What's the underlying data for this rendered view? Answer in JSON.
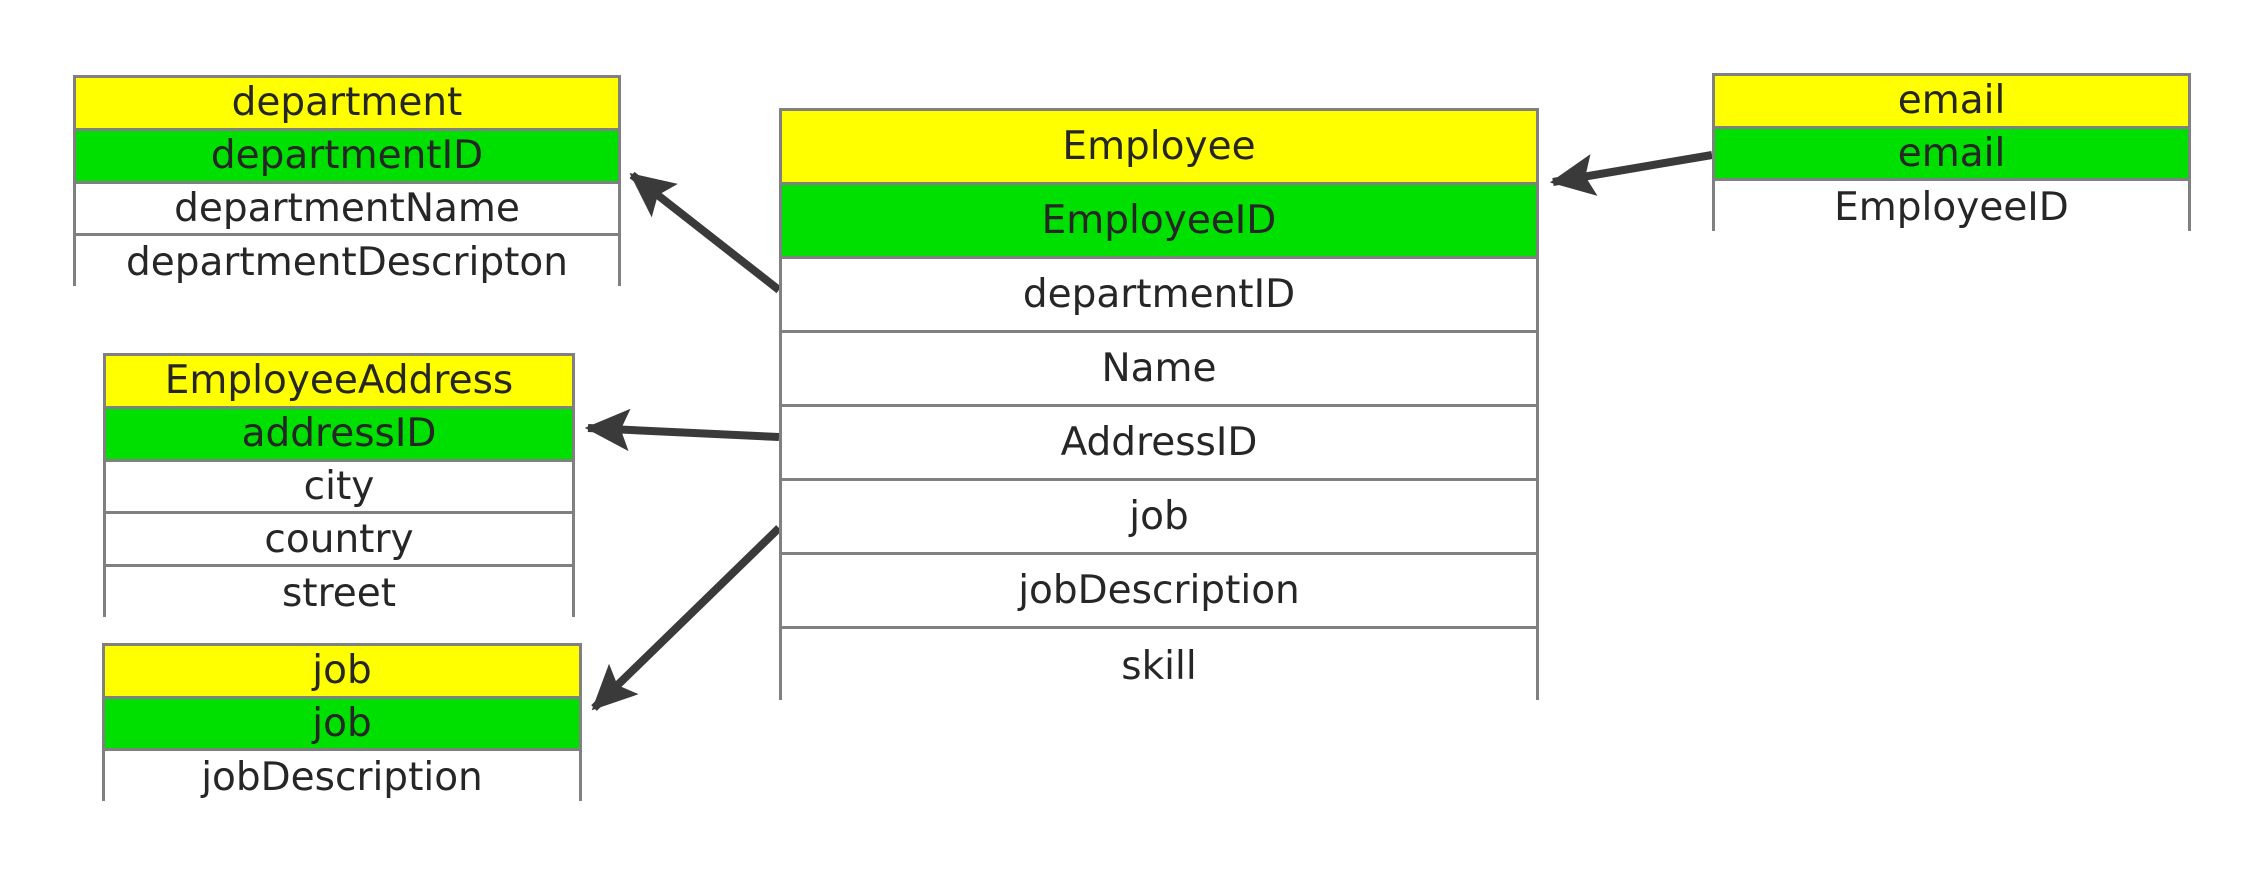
{
  "diagram": {
    "type": "entity-relationship-diagram",
    "background_color": "#FFFFFF",
    "colors": {
      "title_row": "#FFFF00",
      "key_row": "#00E000",
      "attribute_row": "#FFFFFF",
      "border": "#808080",
      "arrow": "#3A3A3A",
      "text": "#262626"
    }
  },
  "entities": [
    {
      "id": "department",
      "title": "department",
      "key": "departmentID",
      "attributes": [
        "departmentName",
        "departmentDescripton"
      ]
    },
    {
      "id": "employeeaddress",
      "title": "EmployeeAddress",
      "key": "addressID",
      "attributes": [
        "city",
        "country",
        "street"
      ]
    },
    {
      "id": "job",
      "title": "job",
      "key": "job",
      "attributes": [
        "jobDescription"
      ]
    },
    {
      "id": "employee",
      "title": "Employee",
      "key": "EmployeeID",
      "attributes": [
        "departmentID",
        "Name",
        "AddressID",
        "job",
        "jobDescription",
        "skill"
      ]
    },
    {
      "id": "email",
      "title": "email",
      "key": "email",
      "attributes": [
        "EmployeeID"
      ]
    }
  ],
  "relationships": [
    {
      "id": "employee-to-department",
      "from": "employee.departmentID",
      "to": "department.departmentID",
      "marker": "arrowhead"
    },
    {
      "id": "employee-to-employeeaddress",
      "from": "employee.AddressID",
      "to": "employeeaddress.addressID",
      "marker": "arrowhead"
    },
    {
      "id": "employee-to-job",
      "from": "employee.job",
      "to": "job.job",
      "marker": "arrowhead"
    },
    {
      "id": "email-to-employee",
      "from": "email.EmployeeID",
      "to": "employee.EmployeeID",
      "marker": "arrowhead"
    }
  ]
}
